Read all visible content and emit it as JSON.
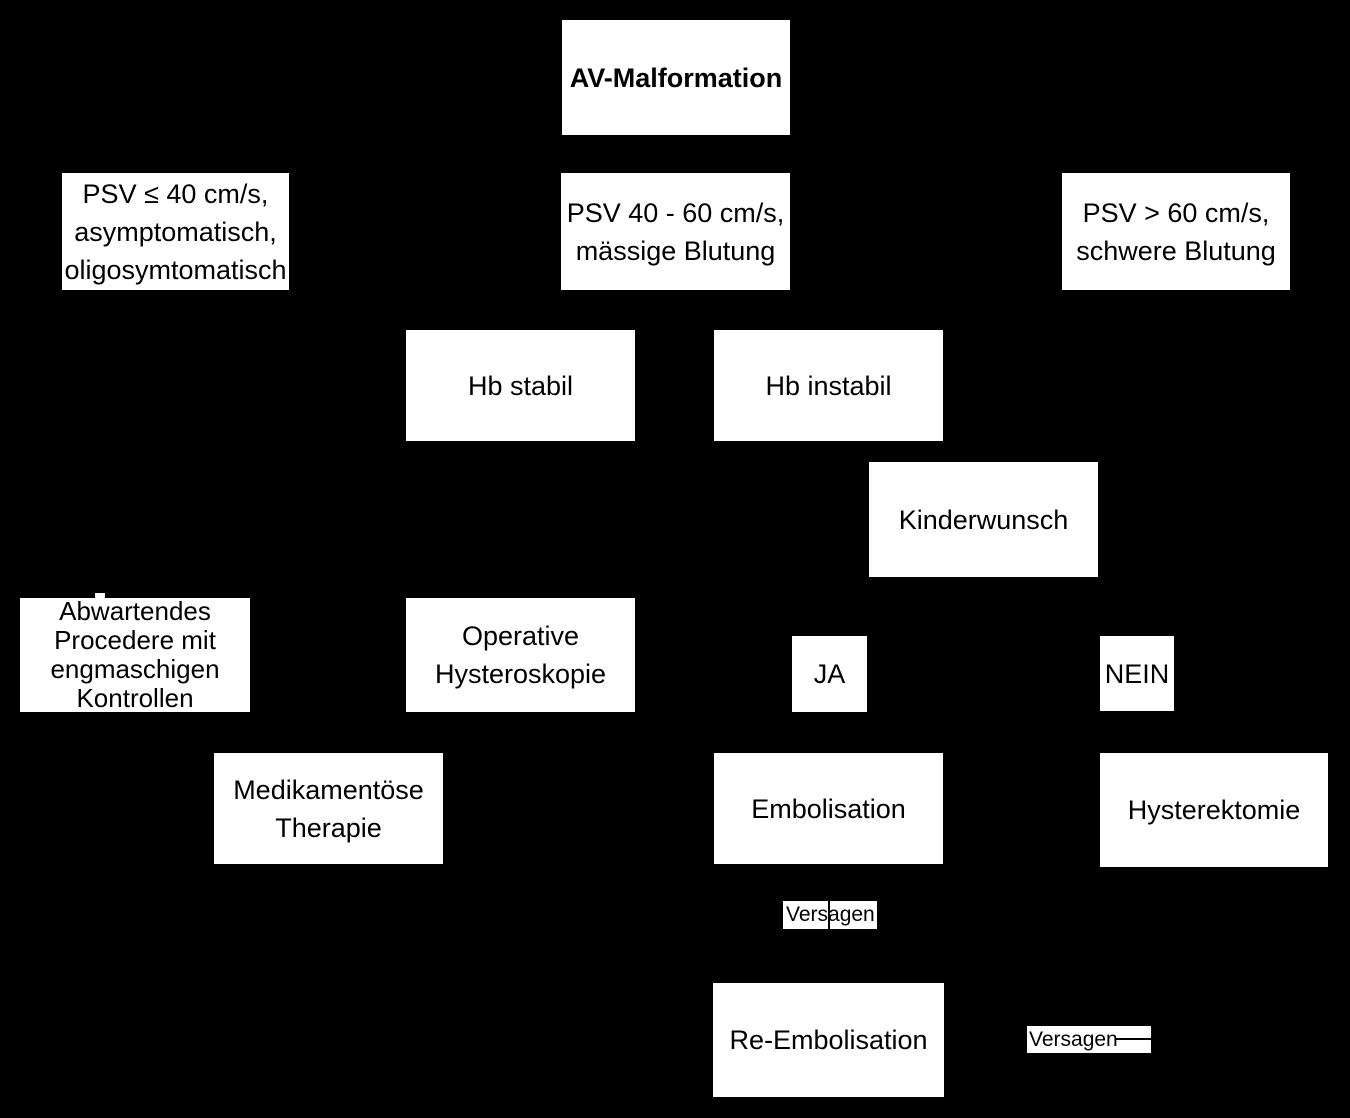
{
  "diagram": {
    "background_color": "#000000",
    "node_fill_color": "#ffffff",
    "node_text_color": "#000000",
    "connector_color": "#000000",
    "nodes": {
      "av_malformation": {
        "label": "AV-Malformation"
      },
      "psv_le_40": {
        "label": "PSV ≤ 40 cm/s,\nasymptomatisch,\noligosymtomatisch"
      },
      "psv_40_60": {
        "label": "PSV 40 - 60 cm/s,\nmässige Blutung"
      },
      "psv_gt_60": {
        "label": "PSV > 60 cm/s,\nschwere Blutung"
      },
      "hb_stabil": {
        "label": "Hb stabil"
      },
      "hb_instabil": {
        "label": "Hb instabil"
      },
      "kinderwunsch": {
        "label": "Kinderwunsch"
      },
      "abwartendes_procedere": {
        "label": "Abwartendes\nProcedere mit\nengmaschigen\nKontrollen"
      },
      "operative_hysteroskopie": {
        "label": "Operative\nHysteroskopie"
      },
      "ja": {
        "label": "JA"
      },
      "nein": {
        "label": "NEIN"
      },
      "medikamentoese_therapie": {
        "label": "Medikamentöse\nTherapie"
      },
      "embolisation": {
        "label": "Embolisation"
      },
      "hysterektomie": {
        "label": "Hysterektomie"
      },
      "re_embolisation": {
        "label": "Re-Embolisation"
      }
    },
    "edge_labels": {
      "versagen_embolisation": "Versagen",
      "versagen_re_embolisation": "Versagen"
    }
  }
}
